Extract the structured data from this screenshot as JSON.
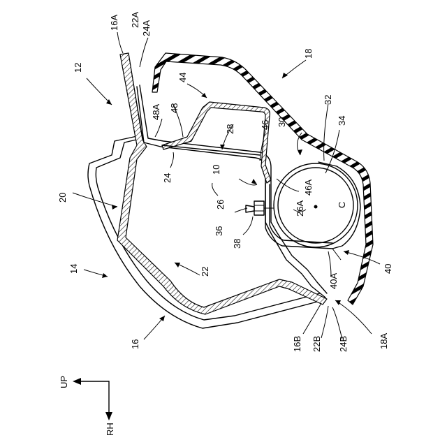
{
  "figure": {
    "labels": {
      "l12": "12",
      "l14": "14",
      "l16": "16",
      "l16A": "16A",
      "l16B": "16B",
      "l18": "18",
      "l18A": "18A",
      "l20": "20",
      "l22": "22",
      "l22A": "22A",
      "l22B": "22B",
      "l24": "24",
      "l24A": "24A",
      "l24B": "24B",
      "l26": "26",
      "l26A": "26A",
      "l28": "28",
      "l30": "30",
      "l32": "32",
      "l34": "34",
      "l36": "36",
      "l38": "38",
      "l40": "40",
      "l40A": "40A",
      "l44": "44",
      "l46": "46",
      "l46A": "46A",
      "l48": "48",
      "l48A": "48A",
      "l10": "10",
      "lC": "C"
    },
    "axes": {
      "up": "UP",
      "rh": "RH"
    }
  }
}
